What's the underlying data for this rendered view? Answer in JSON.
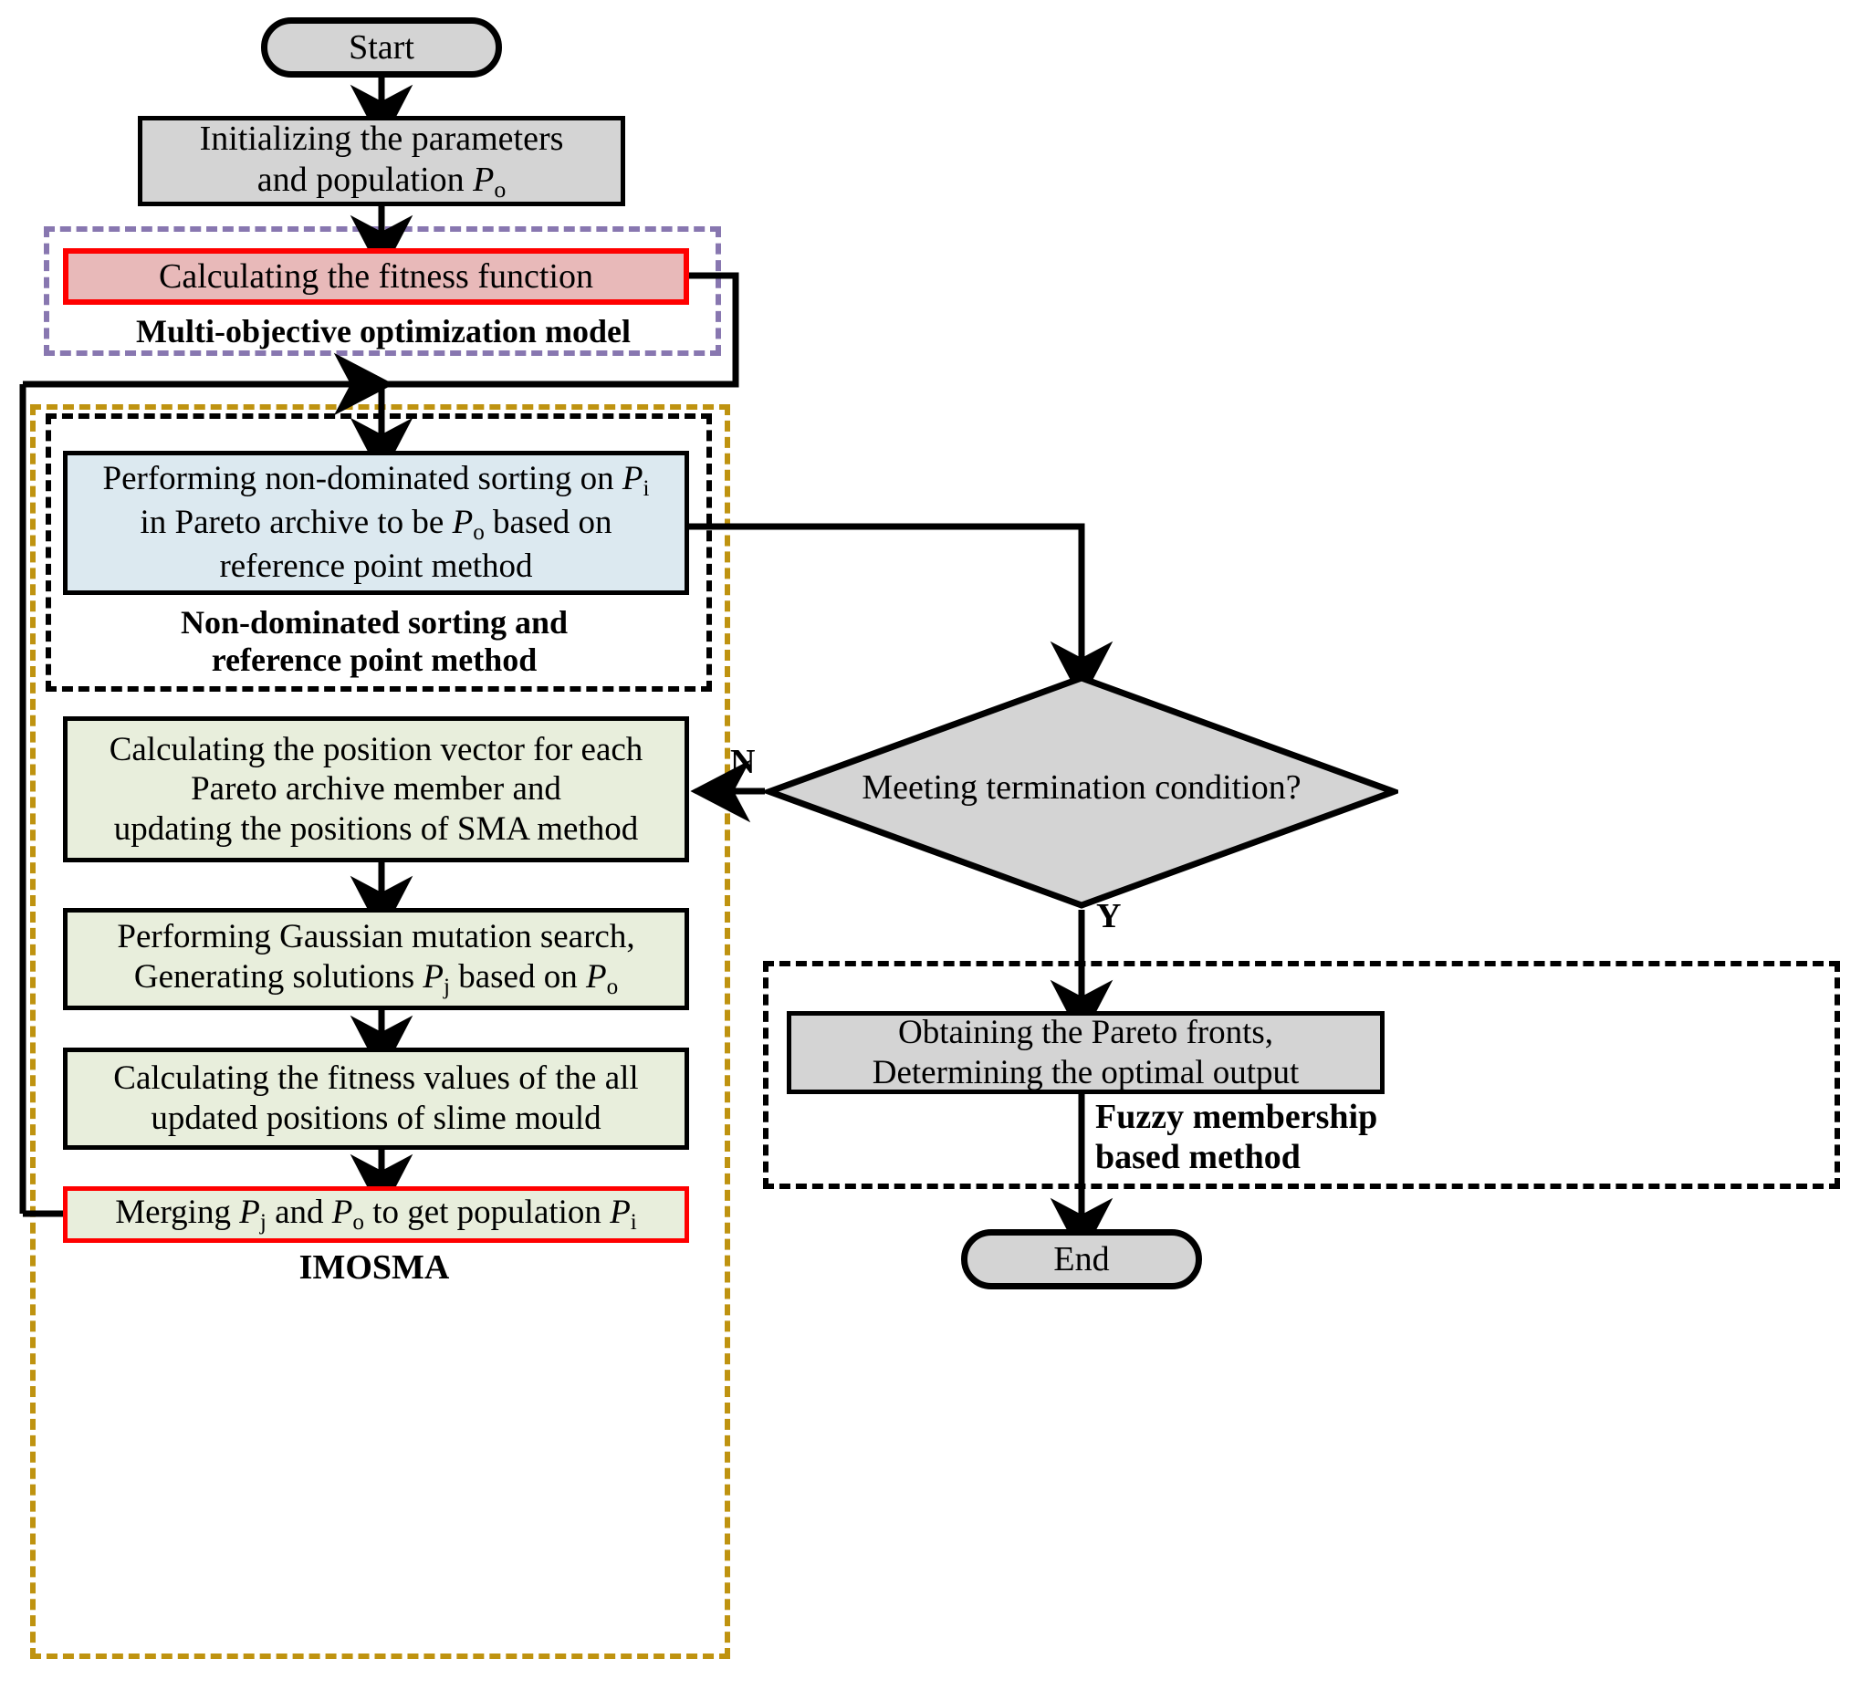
{
  "diagram": {
    "type": "flowchart",
    "title": "IMOSMA multi-objective optimization flowchart",
    "nodes": {
      "start": {
        "label": "Start",
        "shape": "terminator",
        "fill": "#d4d4d4"
      },
      "init": {
        "line1": "Initializing the parameters",
        "line2_a": "and population ",
        "line2_var": "P",
        "line2_sub": "o",
        "shape": "process",
        "fill": "#d4d4d4"
      },
      "fitness": {
        "label": "Calculating the fitness function",
        "shape": "process",
        "fill": "#e8b9b9",
        "stroke": "#ff0000"
      },
      "sorting": {
        "line1_a": "Performing non-dominated sorting on ",
        "line1_var": "P",
        "line1_sub": "i",
        "line2_a": "in Pareto archive to be ",
        "line2_var": "P",
        "line2_sub": "o",
        "line2_b": " based on",
        "line3": "reference point method",
        "shape": "process",
        "fill": "#dce9f0"
      },
      "position": {
        "line1": "Calculating the position vector for each",
        "line2": "Pareto archive member and",
        "line3": "updating the positions of SMA method",
        "shape": "process",
        "fill": "#e8eedc"
      },
      "gaussian": {
        "line1": "Performing Gaussian mutation search,",
        "line2_a": "Generating solutions ",
        "line2_var": "P",
        "line2_sub": "j",
        "line2_b": " based on ",
        "line2_var2": "P",
        "line2_sub2": "o",
        "shape": "process",
        "fill": "#e8eedc"
      },
      "fitvalues": {
        "line1": "Calculating the fitness values of the all",
        "line2": "updated positions of slime mould",
        "shape": "process",
        "fill": "#e8eedc"
      },
      "merging": {
        "a": "Merging ",
        "var1": "P",
        "sub1": "j",
        "b": " and ",
        "var2": "P",
        "sub2": "o",
        "c": " to get population ",
        "var3": "P",
        "sub3": "i",
        "shape": "process",
        "fill": "#e8eedc",
        "stroke": "#ff0000"
      },
      "decision": {
        "label": "Meeting termination condition?",
        "shape": "diamond",
        "fill": "#d4d4d4"
      },
      "output": {
        "line1": "Obtaining the Pareto fronts,",
        "line2": "Determining the optimal output",
        "shape": "process",
        "fill": "#d4d4d4"
      },
      "end": {
        "label": "End",
        "shape": "terminator",
        "fill": "#d4d4d4"
      }
    },
    "groups": {
      "multiobjective": {
        "label": "Multi-objective optimization model",
        "border_color": "#8877b0",
        "style": "dashed"
      },
      "nondominated": {
        "line1": "Non-dominated sorting and",
        "line2": "reference point method",
        "border_color": "#000000",
        "style": "dashed"
      },
      "imosma": {
        "label": "IMOSMA",
        "border_color": "#bf9310",
        "style": "dashed"
      },
      "fuzzy": {
        "line1": "Fuzzy membership",
        "line2": "based method",
        "border_color": "#000000",
        "style": "dashed"
      }
    },
    "edge_labels": {
      "no": "N",
      "yes": "Y"
    }
  }
}
